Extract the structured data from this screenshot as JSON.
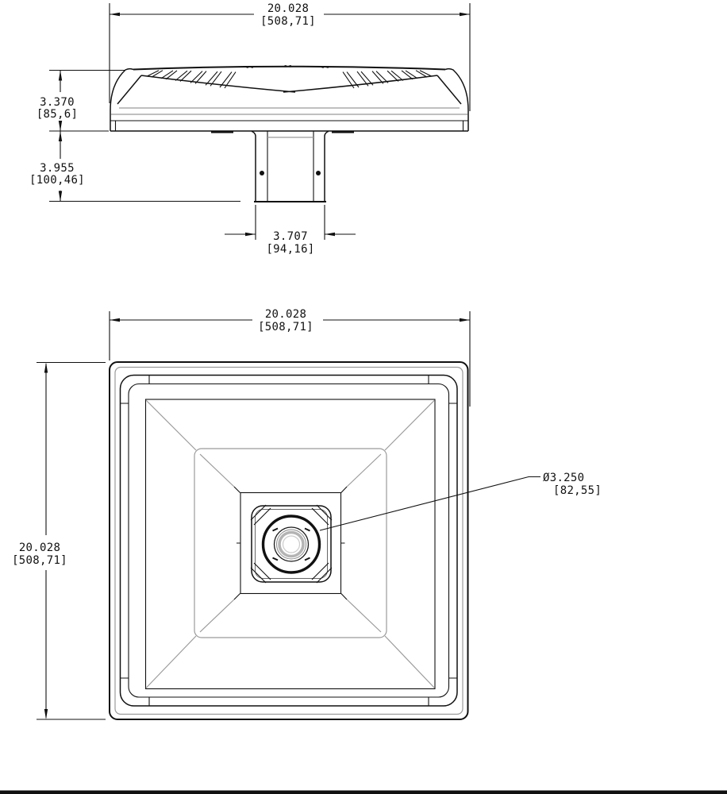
{
  "drawing": {
    "side_view": {
      "overall_width": {
        "in": "20.028",
        "mm": "[508,71]"
      },
      "fixture_height": {
        "in": "3.370",
        "mm": "[85,6]"
      },
      "fitter_height": {
        "in": "3.955",
        "mm": "[100,46]"
      },
      "fitter_width": {
        "in": "3.707",
        "mm": "[94,16]"
      }
    },
    "bottom_view": {
      "overall_width": {
        "in": "20.028",
        "mm": "[508,71]"
      },
      "overall_depth": {
        "in": "20.028",
        "mm": "[508,71]"
      },
      "fitter_opening": {
        "in": "Ø3.250",
        "mm": "[82,55]"
      }
    },
    "colors": {
      "line": "#111111",
      "soft_line": "#9b9b9b",
      "background": "#ffffff"
    }
  }
}
